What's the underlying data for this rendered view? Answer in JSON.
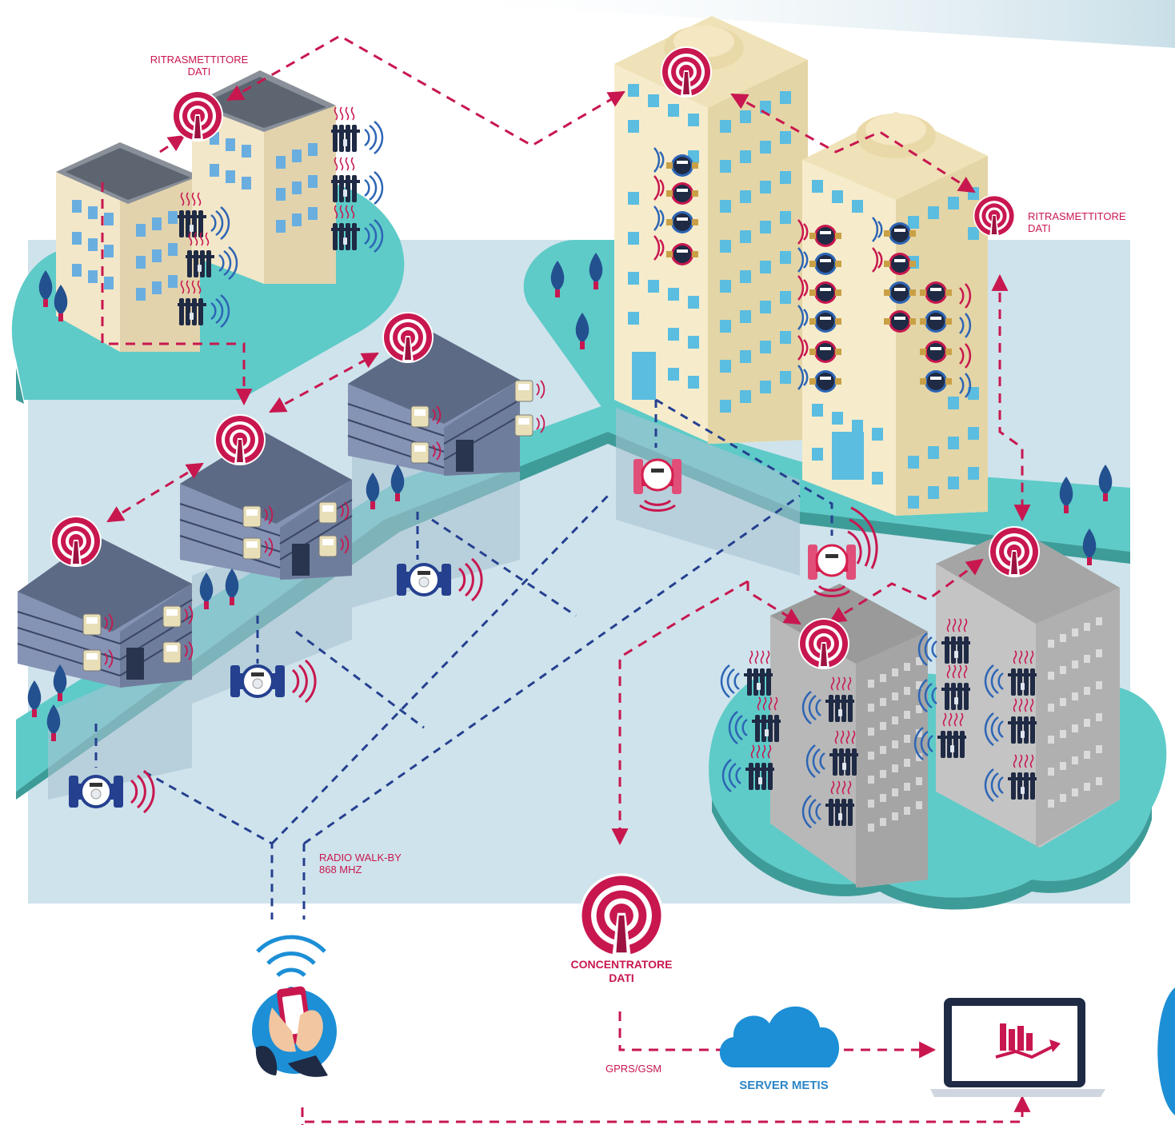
{
  "labels": {
    "repeater_top_left_line1": "RITRASMETTITORE",
    "repeater_top_left_line2": "DATI",
    "repeater_right_line1": "RITRASMETTITORE",
    "repeater_right_line2": "DATI",
    "walkby_line1": "RADIO WALK-BY",
    "walkby_line2": "868 MHZ",
    "concentrator_line1": "CONCENTRATORE",
    "concentrator_line2": "DATI",
    "gprs": "GPRS/GSM",
    "server": "SERVER METIS"
  },
  "colors": {
    "accent": "#c8174f",
    "network_blue": "#25408f",
    "ground": "#5ecbc8",
    "water": "#cfe3ec",
    "cloud_blue": "#1c8fd6"
  },
  "icons": {
    "antenna": "antenna-icon",
    "radiator": "radiator-icon",
    "water_meter": "water-meter-icon",
    "heat_meter": "heat-meter-icon",
    "cloud": "cloud-icon",
    "laptop": "laptop-icon",
    "smartphone": "smartphone-icon",
    "tree": "tree-icon"
  }
}
